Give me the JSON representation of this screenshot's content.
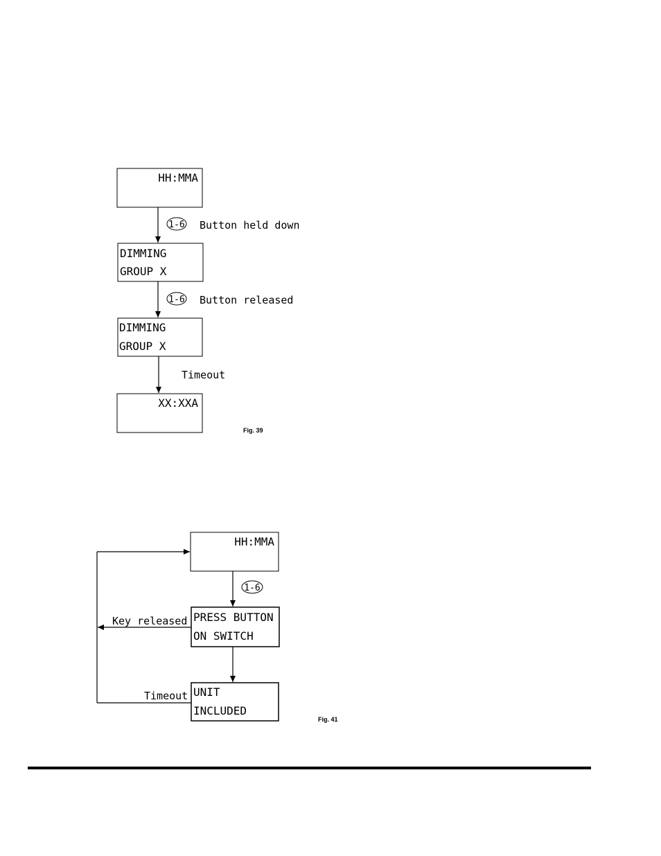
{
  "fig39": {
    "screen_clock": "HH:MMA",
    "screen_dimming_1": {
      "line1": "DIMMING",
      "line2": "GROUP X"
    },
    "screen_dimming_2": {
      "line1": "DIMMING",
      "line2": "GROUP X"
    },
    "screen_time": "XX:XXA",
    "button_badge_1": "1-6",
    "label_held": "Button  held  down",
    "button_badge_2": "1-6",
    "label_released": "Button  released",
    "label_timeout": "Timeout",
    "caption": "Fig. 39"
  },
  "fig41": {
    "screen_clock": "HH:MMA",
    "button_badge": "1-6",
    "screen_press": {
      "line1": "PRESS  BUTTON",
      "line2": "ON  SWITCH"
    },
    "screen_unit": {
      "line1": "UNIT",
      "line2": "INCLUDED"
    },
    "label_key_released": "Key  released",
    "label_timeout": "Timeout",
    "caption": "Fig. 41"
  }
}
